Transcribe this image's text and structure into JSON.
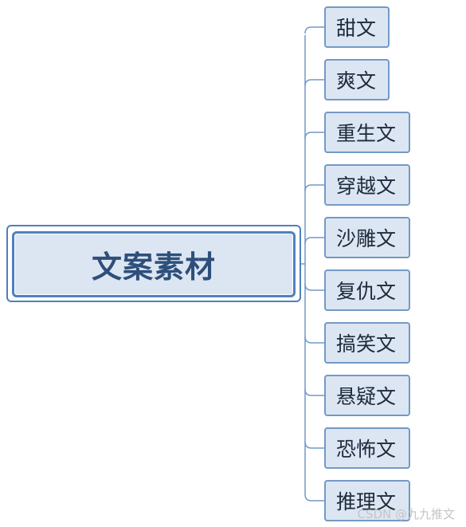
{
  "root": {
    "label": "文案素材"
  },
  "branches": [
    {
      "label": "甜文"
    },
    {
      "label": "爽文"
    },
    {
      "label": "重生文"
    },
    {
      "label": "穿越文"
    },
    {
      "label": "沙雕文"
    },
    {
      "label": "复仇文"
    },
    {
      "label": "搞笑文"
    },
    {
      "label": "悬疑文"
    },
    {
      "label": "恐怖文"
    },
    {
      "label": "推理文"
    }
  ],
  "watermark": "CSDN @九九推文",
  "colors": {
    "node_fill": "#dce6f2",
    "node_border": "#4f81bd",
    "connector": "#7399c6",
    "root_text": "#2e4f7a"
  }
}
